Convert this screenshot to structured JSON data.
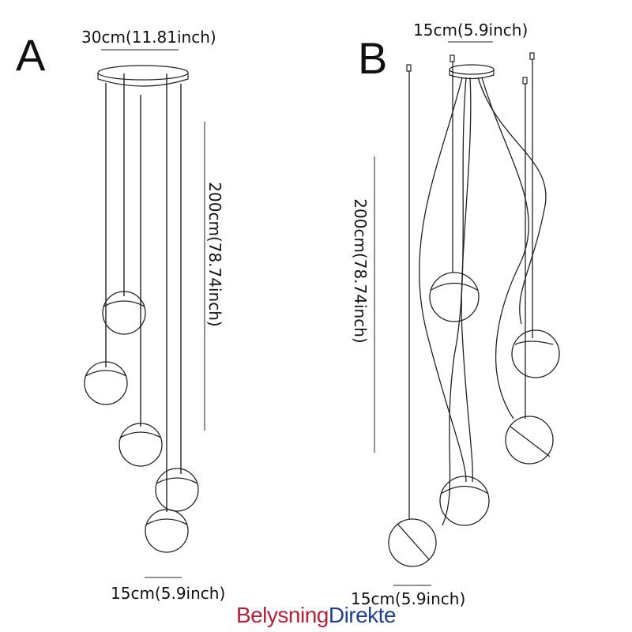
{
  "diagram": {
    "variant_a": {
      "label": "A",
      "top_dimension": "30cm(11.81inch)",
      "height_dimension": "200cm(78.74inch)",
      "bottom_dimension": "15cm(5.9inch)"
    },
    "variant_b": {
      "label": "B",
      "top_dimension": "15cm(5.9inch)",
      "height_dimension": "200cm(78.74inch)",
      "bottom_dimension": "15cm(5.9inch)"
    }
  },
  "brand": {
    "part1": "Belysning",
    "part2": "Direkte",
    "color1": "#b5223a",
    "color2": "#1f3f8f"
  }
}
